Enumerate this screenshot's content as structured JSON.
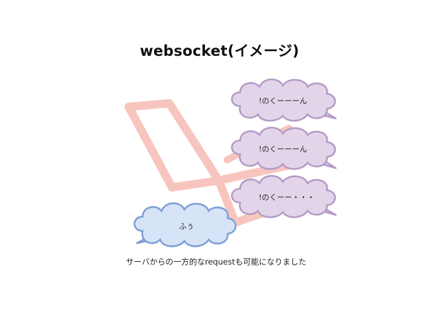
{
  "title": "websocket(イメージ)",
  "bubbles": {
    "server_1": "!のくーーーん",
    "server_2": "!のくーーーん",
    "server_3": "!のくーー・・・",
    "client": "ふぅ"
  },
  "caption": "サーバからの一方的なrequestも可能になりました",
  "colors": {
    "connection": "#f7c5bd",
    "server_cloud_fill": "#e3d5e9",
    "server_cloud_stroke": "#b49bc6",
    "client_cloud_fill": "#d7e4f7",
    "client_cloud_stroke": "#7d9fd6"
  }
}
